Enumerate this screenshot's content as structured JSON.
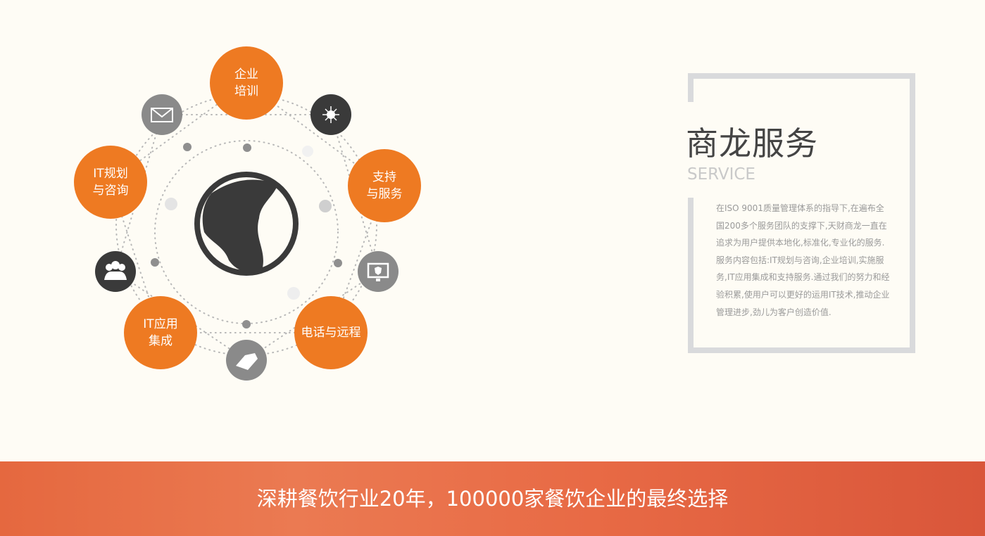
{
  "diagram": {
    "center_icon": "globe-icon",
    "services": [
      {
        "label": "企业\n培训"
      },
      {
        "label": "支持\n与服务"
      },
      {
        "label": "电话与远程"
      },
      {
        "label": "IT应用\n集成"
      },
      {
        "label": "IT规划\n与咨询"
      }
    ],
    "icons": [
      "mail-icon",
      "network-icon",
      "monitor-shield-icon",
      "handshake-icon",
      "people-icon"
    ],
    "colors": {
      "orange": "#ee7a22",
      "dark": "#3a3a3a",
      "gray": "#8a8a8a"
    }
  },
  "service": {
    "title": "商龙服务",
    "subtitle": "SERVICE",
    "description": "在ISO 9001质量管理体系的指导下,在遍布全国200多个服务团队的支撑下,天财商龙一直在追求为用户提供本地化,标准化,专业化的服务.服务内容包括:IT规划与咨询,企业培训,实施服务,IT应用集成和支持服务.通过我们的努力和经验积累,使用户可以更好的运用IT技术,推动企业管理进步,劲儿为客户创造价值."
  },
  "banner": {
    "text": "深耕餐饮行业20年，100000家餐饮企业的最终选择"
  }
}
